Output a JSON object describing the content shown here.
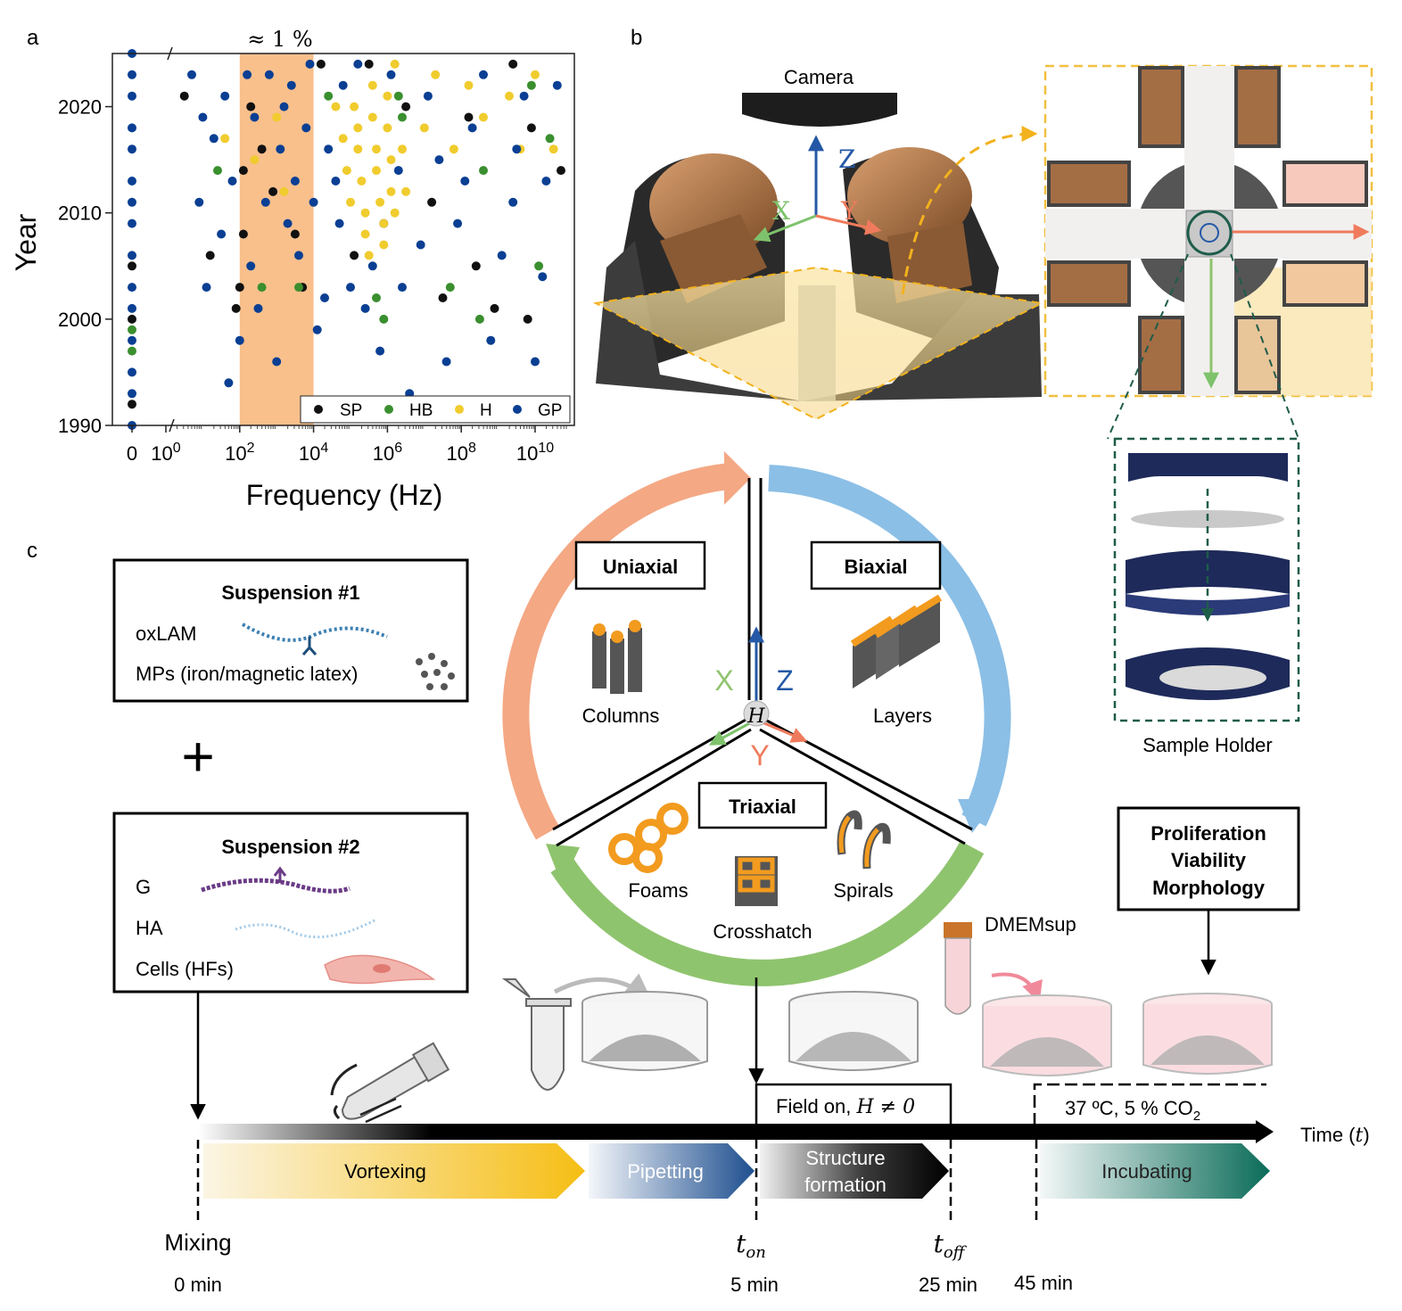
{
  "panels": {
    "a": "a",
    "b": "b",
    "c": "c"
  },
  "panel_a": {
    "band_label": "≈ 1 %",
    "ylabel": "Year",
    "xlabel": "Frequency (Hz)",
    "year_ticks": [
      "1990",
      "2000",
      "2010",
      "2020"
    ],
    "freq_ticks": [
      {
        "base": "0",
        "exp": ""
      },
      {
        "base": "10",
        "exp": "0"
      },
      {
        "base": "10",
        "exp": "2"
      },
      {
        "base": "10",
        "exp": "4"
      },
      {
        "base": "10",
        "exp": "6"
      },
      {
        "base": "10",
        "exp": "8"
      },
      {
        "base": "10",
        "exp": "10"
      }
    ],
    "legend": [
      {
        "key": "SP",
        "label": "SP",
        "color": "#111111"
      },
      {
        "key": "HB",
        "label": "HB",
        "color": "#3a8f2f"
      },
      {
        "key": "H",
        "label": "H",
        "color": "#f0cc2e"
      },
      {
        "key": "GP",
        "label": "GP",
        "color": "#0a3f93"
      }
    ],
    "band_color": "#f9c08c"
  },
  "chart_data": {
    "type": "scatter",
    "xlabel": "Frequency (Hz)",
    "ylabel": "Year",
    "xscale": "log (with 0 column)",
    "xlim_log10": [
      -0.8,
      11.2
    ],
    "ylim": [
      1990,
      2025
    ],
    "highlight_band": {
      "from_hz": 100,
      "to_hz": 10000,
      "label": "≈ 1 %"
    },
    "legend_position": "bottom-right",
    "series": [
      {
        "name": "SP",
        "color": "#111111",
        "points": [
          [
            0,
            1992
          ],
          [
            0,
            2000
          ],
          [
            0,
            2005
          ],
          [
            0.5,
            2021
          ],
          [
            1.2,
            2006
          ],
          [
            1.9,
            2001
          ],
          [
            2.0,
            2003
          ],
          [
            2.1,
            2008
          ],
          [
            2.3,
            2020
          ],
          [
            2.6,
            2016
          ],
          [
            2.9,
            2012
          ],
          [
            2.1,
            2014
          ],
          [
            3.5,
            2008
          ],
          [
            3.7,
            2003
          ],
          [
            4.2,
            2024
          ],
          [
            5.1,
            2006
          ],
          [
            5.5,
            2024
          ],
          [
            5.9,
            2009
          ],
          [
            6.5,
            2020
          ],
          [
            7.2,
            2011
          ],
          [
            7.5,
            2002
          ],
          [
            8.2,
            2019
          ],
          [
            8.4,
            2005
          ],
          [
            8.9,
            2001
          ],
          [
            9.8,
            2000
          ],
          [
            9.4,
            2024
          ],
          [
            9.9,
            2018
          ],
          [
            10.7,
            2014
          ]
        ]
      },
      {
        "name": "HB",
        "color": "#3a8f2f",
        "points": [
          [
            0,
            1999
          ],
          [
            0,
            1997
          ],
          [
            1.4,
            2014
          ],
          [
            2.6,
            2003
          ],
          [
            3.6,
            2003
          ],
          [
            4.4,
            2021
          ],
          [
            5.7,
            2002
          ],
          [
            5.9,
            2000
          ],
          [
            6.3,
            2021
          ],
          [
            6.4,
            2019
          ],
          [
            7.7,
            2003
          ],
          [
            8.5,
            2000
          ],
          [
            8.6,
            2014
          ],
          [
            9.9,
            2022
          ],
          [
            10.1,
            2005
          ],
          [
            10.4,
            2017
          ]
        ]
      },
      {
        "name": "H",
        "color": "#f0cc2e",
        "points": [
          [
            1.6,
            2017
          ],
          [
            2.4,
            2015
          ],
          [
            3.0,
            2019
          ],
          [
            3.2,
            2012
          ],
          [
            4.6,
            2020
          ],
          [
            4.8,
            2017
          ],
          [
            4.9,
            2014
          ],
          [
            5.0,
            2011
          ],
          [
            5.1,
            2020
          ],
          [
            5.2,
            2018
          ],
          [
            5.2,
            2016
          ],
          [
            5.3,
            2013
          ],
          [
            5.4,
            2010
          ],
          [
            5.4,
            2008
          ],
          [
            5.5,
            2006
          ],
          [
            5.6,
            2019
          ],
          [
            5.6,
            2022
          ],
          [
            5.7,
            2016
          ],
          [
            5.7,
            2014
          ],
          [
            5.8,
            2011
          ],
          [
            5.9,
            2009
          ],
          [
            5.9,
            2007
          ],
          [
            6.0,
            2021
          ],
          [
            6.0,
            2018
          ],
          [
            6.1,
            2015
          ],
          [
            6.1,
            2012
          ],
          [
            6.2,
            2010
          ],
          [
            6.2,
            2024
          ],
          [
            6.4,
            2016
          ],
          [
            6.5,
            2012
          ],
          [
            7.0,
            2018
          ],
          [
            7.3,
            2023
          ],
          [
            7.8,
            2016
          ],
          [
            8.2,
            2022
          ],
          [
            8.6,
            2019
          ],
          [
            9.3,
            2021
          ],
          [
            9.6,
            2016
          ],
          [
            10.0,
            2023
          ],
          [
            10.5,
            2016
          ]
        ]
      },
      {
        "name": "GP",
        "color": "#0a3f93",
        "points": [
          [
            0,
            1990
          ],
          [
            0,
            1993
          ],
          [
            0,
            1995
          ],
          [
            0,
            1998
          ],
          [
            0,
            2001
          ],
          [
            0,
            2003
          ],
          [
            0,
            2006
          ],
          [
            0,
            2009
          ],
          [
            0,
            2011
          ],
          [
            0,
            2013
          ],
          [
            0,
            2016
          ],
          [
            0,
            2018
          ],
          [
            0,
            2021
          ],
          [
            0,
            2023
          ],
          [
            0,
            2025
          ],
          [
            0.7,
            2023
          ],
          [
            0.9,
            2011
          ],
          [
            1.0,
            2019
          ],
          [
            1.1,
            2003
          ],
          [
            1.3,
            2017
          ],
          [
            1.5,
            2008
          ],
          [
            1.6,
            2021
          ],
          [
            1.7,
            1994
          ],
          [
            1.8,
            2013
          ],
          [
            2.0,
            1998
          ],
          [
            2.2,
            2023
          ],
          [
            2.3,
            2005
          ],
          [
            2.4,
            2019
          ],
          [
            2.5,
            2001
          ],
          [
            2.7,
            2011
          ],
          [
            2.8,
            2023
          ],
          [
            3.0,
            1996
          ],
          [
            3.1,
            2016
          ],
          [
            3.2,
            2020
          ],
          [
            3.3,
            2009
          ],
          [
            3.4,
            2022
          ],
          [
            3.5,
            2013
          ],
          [
            3.6,
            2006
          ],
          [
            3.8,
            2018
          ],
          [
            3.9,
            2024
          ],
          [
            4.0,
            2011
          ],
          [
            4.1,
            1999
          ],
          [
            4.3,
            2002
          ],
          [
            4.4,
            2016
          ],
          [
            4.6,
            2013
          ],
          [
            4.7,
            2009
          ],
          [
            4.8,
            2022
          ],
          [
            5.0,
            2003
          ],
          [
            5.2,
            2024
          ],
          [
            5.4,
            2001
          ],
          [
            5.6,
            2005
          ],
          [
            5.8,
            1997
          ],
          [
            6.1,
            2023
          ],
          [
            6.3,
            2014
          ],
          [
            6.4,
            2003
          ],
          [
            6.6,
            1993
          ],
          [
            6.9,
            2007
          ],
          [
            7.1,
            2021
          ],
          [
            7.4,
            2015
          ],
          [
            7.6,
            1996
          ],
          [
            7.9,
            2009
          ],
          [
            8.1,
            2013
          ],
          [
            8.3,
            2018
          ],
          [
            8.6,
            2023
          ],
          [
            8.8,
            1998
          ],
          [
            9.1,
            2006
          ],
          [
            9.4,
            2011
          ],
          [
            9.5,
            2016
          ],
          [
            9.7,
            2021
          ],
          [
            10.0,
            1996
          ],
          [
            10.2,
            2004
          ],
          [
            10.3,
            2013
          ],
          [
            10.6,
            2022
          ]
        ]
      }
    ]
  },
  "panel_b": {
    "camera_label": "Camera",
    "axis_x": "X",
    "axis_y": "Y",
    "axis_z": "Z",
    "sample_holder_label": "Sample Holder"
  },
  "panel_c": {
    "suspension1": {
      "title": "Suspension #1",
      "items": [
        "oxLAM",
        "MPs (iron/magnetic latex)"
      ]
    },
    "plus": "+",
    "suspension2": {
      "title": "Suspension #2",
      "items": [
        "G",
        "HA",
        "Cells (HFs)"
      ]
    },
    "modes": {
      "uniaxial": "Uniaxial",
      "biaxial": "Biaxial",
      "triaxial": "Triaxial"
    },
    "structures": {
      "columns": "Columns",
      "layers": "Layers",
      "foams": "Foams",
      "crosshatch": "Crosshatch",
      "spirals": "Spirals"
    },
    "center_axes": {
      "x": "X",
      "y": "Y",
      "z": "Z",
      "h": "H"
    },
    "dmem_label": "DMEMsup",
    "assays": [
      "Proliferation",
      "Viability",
      "Morphology"
    ],
    "field_on_label": "Field on, ",
    "field_on_math": "H ≠ 0",
    "incubation_conditions": "37 ºC, 5 % CO",
    "incubation_sub": "2",
    "time_label": "Time (",
    "time_var": "t",
    "time_close": ")",
    "stages": [
      {
        "label": "Vortexing"
      },
      {
        "label": "Pipetting"
      },
      {
        "label": "Structure formation"
      },
      {
        "label": "Incubating"
      }
    ],
    "markers": [
      {
        "label": "Mixing",
        "time": "0 min"
      },
      {
        "label": "t",
        "sub": "on",
        "time": "5 min"
      },
      {
        "label": "t",
        "sub": "off",
        "time": "25 min"
      },
      {
        "label": "",
        "time": "45 min"
      }
    ],
    "cycle_colors": {
      "uniaxial": "#f4a884",
      "biaxial": "#8bbfe6",
      "triaxial": "#8fc46e"
    }
  }
}
